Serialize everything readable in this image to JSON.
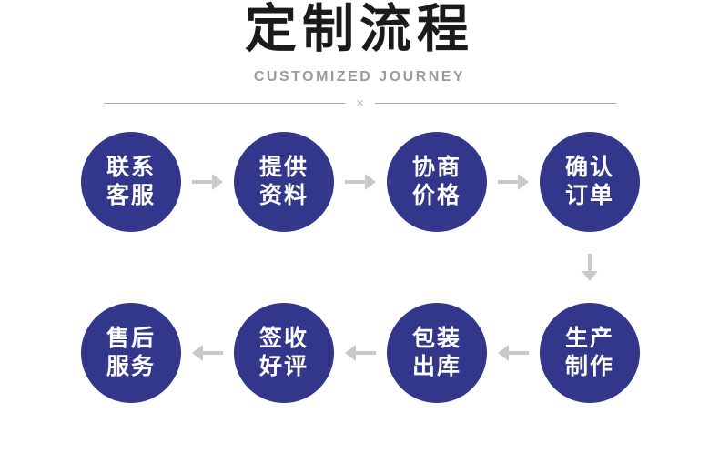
{
  "header": {
    "title": "定制流程",
    "subtitle": "CUSTOMIZED JOURNEY",
    "divider_mark": "×"
  },
  "flow": {
    "steps": [
      {
        "lines": [
          "联系",
          "客服"
        ]
      },
      {
        "lines": [
          "提供",
          "资料"
        ]
      },
      {
        "lines": [
          "协商",
          "价格"
        ]
      },
      {
        "lines": [
          "确认",
          "订单"
        ]
      },
      {
        "lines": [
          "生产",
          "制作"
        ]
      },
      {
        "lines": [
          "包装",
          "出库"
        ]
      },
      {
        "lines": [
          "签收",
          "好评"
        ]
      },
      {
        "lines": [
          "售后",
          "服务"
        ]
      }
    ]
  },
  "colors": {
    "circle_fill": "#32378c",
    "circle_text": "#ffffff",
    "arrow": "#c9c9c9",
    "title_text": "#1b1b1b",
    "subtitle_text": "#9b9b9b",
    "divider_line": "#a8a8a8"
  }
}
